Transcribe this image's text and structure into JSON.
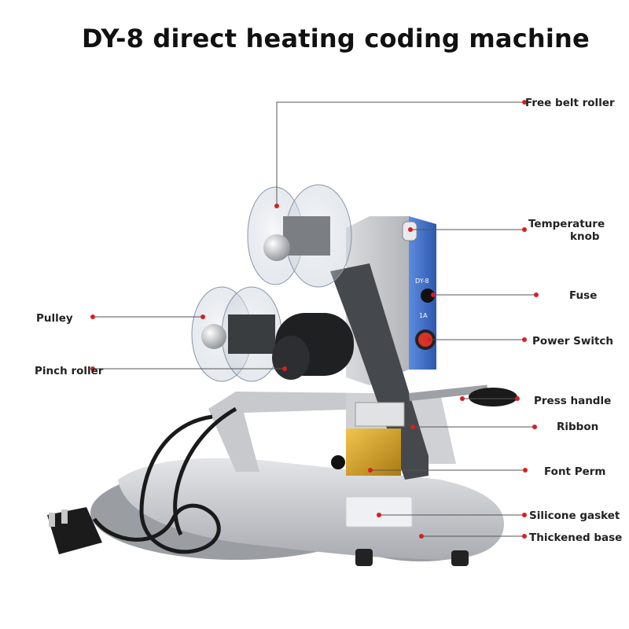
{
  "title": "DY-8 direct heating coding machine",
  "labels": {
    "free_belt_roller": "Free belt roller",
    "temperature_knob_line1": "Temperature",
    "temperature_knob_line2": "knob",
    "fuse": "Fuse",
    "power_switch": "Power Switch",
    "press_handle": "Press handle",
    "ribbon": "Ribbon",
    "font_perm": "Font Perm",
    "silicone_gasket": "Silicone gasket",
    "thickened_base": "Thickened base",
    "pulley": "Pulley",
    "pinch_roller": "Pinch roller"
  },
  "panel_text": {
    "model": "DY-8",
    "fuse_rating": "1A"
  },
  "colors": {
    "callout_dot": "#d62020",
    "callout_line": "#555555",
    "machine_silver": "#c9cbce",
    "panel_blue": "#3d6fc9",
    "switch_red": "#d8322a"
  }
}
